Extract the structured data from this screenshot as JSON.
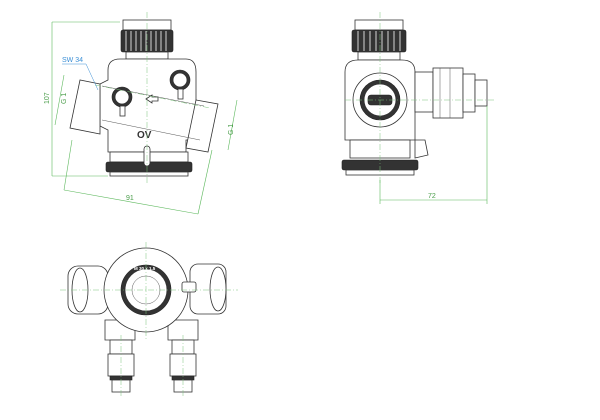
{
  "drawing": {
    "wrench_size_label": "SW 34",
    "height_dim": "107",
    "thread_left": "G 1",
    "thread_right": "G 1",
    "diag_length_dim": "91",
    "depth_dim": "72",
    "body_marking": "OV",
    "cap_marking": "M 30 x 1.5"
  },
  "colors": {
    "dimension": "#5cb85c",
    "callout": "#3b8fd6",
    "outline": "#333333"
  }
}
